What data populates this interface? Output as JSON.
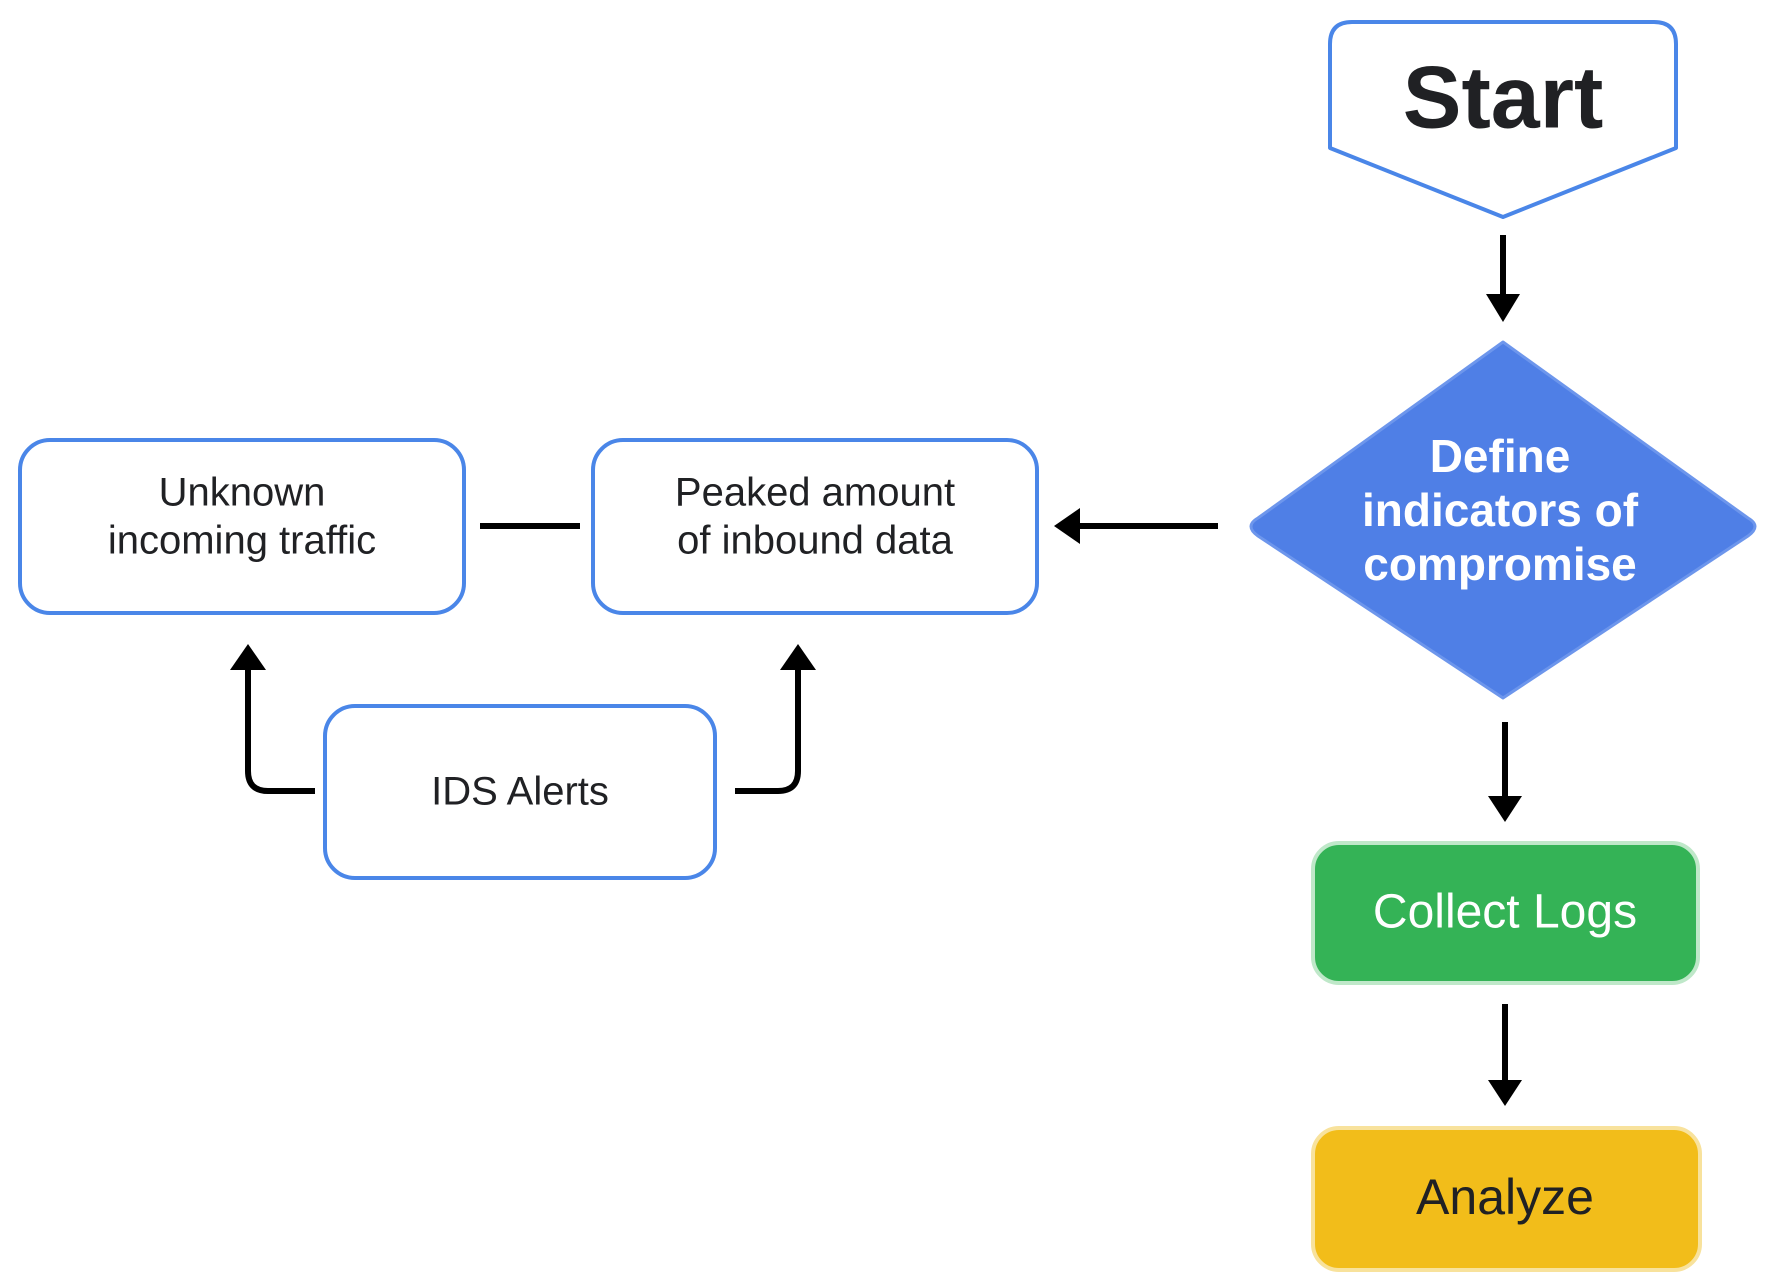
{
  "nodes": {
    "start": {
      "label": "Start"
    },
    "define": {
      "lines": [
        "Define",
        "indicators of",
        "compromise"
      ]
    },
    "peaked": {
      "lines": [
        "Peaked amount",
        "of inbound data"
      ]
    },
    "unknown": {
      "lines": [
        "Unknown",
        "incoming traffic"
      ]
    },
    "ids": {
      "label": "IDS Alerts"
    },
    "collect": {
      "label": "Collect Logs"
    },
    "analyze": {
      "label": "Analyze"
    }
  },
  "colors": {
    "outline": "#4a86e8",
    "diamond_fill": "#4f7fe6",
    "collect_fill": "#34b356",
    "analyze_fill": "#f2bd1a",
    "connector": "#000000"
  },
  "icons": {
    "arrow": "arrow-head"
  }
}
